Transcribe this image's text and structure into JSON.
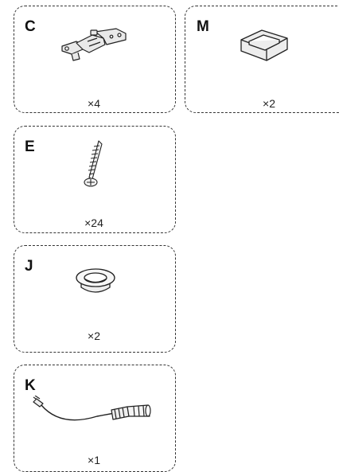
{
  "parts": [
    {
      "id": "C",
      "letter": "C",
      "quantity": "×4",
      "icon": "hinge-icon"
    },
    {
      "id": "M",
      "letter": "M",
      "quantity": "×2",
      "icon": "clip-bracket-icon"
    },
    {
      "id": "E",
      "letter": "E",
      "quantity": "×24",
      "icon": "screw-icon"
    },
    {
      "id": "J",
      "letter": "J",
      "quantity": "×2",
      "icon": "grommet-icon"
    },
    {
      "id": "K",
      "letter": "K",
      "quantity": "×1",
      "icon": "power-cord-icon"
    }
  ]
}
